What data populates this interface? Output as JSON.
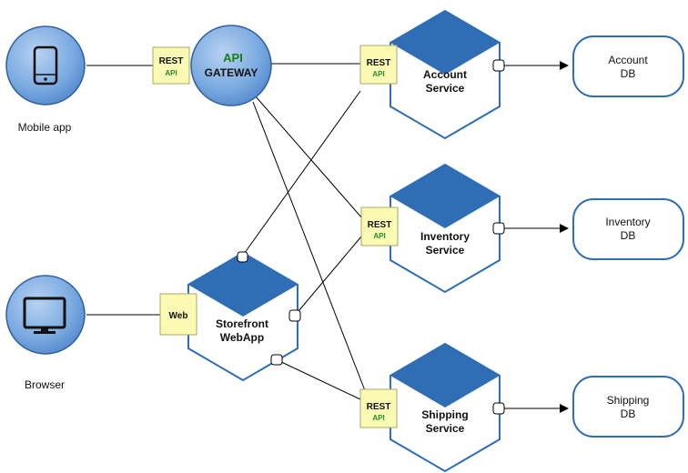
{
  "clients": {
    "mobile": {
      "label": "Mobile app",
      "icon": "mobile-phone-icon"
    },
    "browser": {
      "label": "Browser",
      "icon": "monitor-icon"
    }
  },
  "gateway": {
    "line1": "API",
    "line2": "GATEWAY"
  },
  "badges": {
    "rest": "REST",
    "api": "API",
    "web": "Web"
  },
  "services": {
    "storefront": {
      "line1": "Storefront",
      "line2": "WebApp"
    },
    "account": {
      "line1": "Account",
      "line2": "Service"
    },
    "inventory": {
      "line1": "Inventory",
      "line2": "Service"
    },
    "shipping": {
      "line1": "Shipping",
      "line2": "Service"
    }
  },
  "databases": {
    "account": {
      "line1": "Account",
      "line2": "DB"
    },
    "inventory": {
      "line1": "Inventory",
      "line2": "DB"
    },
    "shipping": {
      "line1": "Shipping",
      "line2": "DB"
    }
  },
  "colors": {
    "hex_blue": "#2f6db5",
    "circle_fill": "#7aaae0",
    "badge_fill": "#fafab4",
    "db_stroke": "#2f6db5"
  }
}
